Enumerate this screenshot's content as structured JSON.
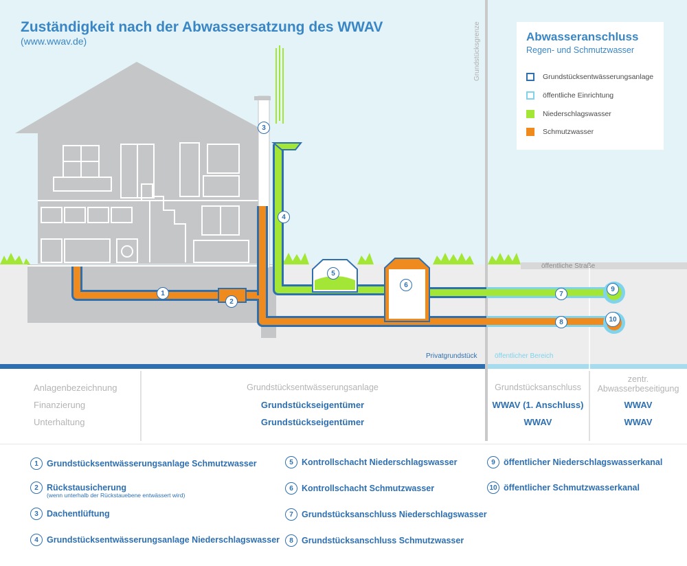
{
  "header": {
    "title": "Zuständigkeit nach der Abwassersatzung des WWAV",
    "subtitle": "(www.wwav.de)"
  },
  "legend": {
    "title": "Abwasseranschluss",
    "subtitle": "Regen- und Schmutzwasser",
    "items": [
      {
        "label": "Grundstücksentwässerungsanlage",
        "color": "#2e6fb0",
        "style": "outline"
      },
      {
        "label": "öffentliche Einrichtung",
        "color": "#7fd3ec",
        "style": "outline"
      },
      {
        "label": "Niederschlagswasser",
        "color": "#a3e635",
        "style": "fill"
      },
      {
        "label": "Schmutzwasser",
        "color": "#ef8a1f",
        "style": "fill"
      }
    ]
  },
  "labels": {
    "boundary": "Grundstücksgrenze",
    "street": "öffentliche Straße",
    "private": "Privatgrundstück",
    "public": "öffentlicher Bereich"
  },
  "markers": [
    "1",
    "2",
    "3",
    "4",
    "5",
    "6",
    "7",
    "8",
    "9",
    "10"
  ],
  "table": {
    "rows": [
      "Anlagenbezeichnung",
      "Finanzierung",
      "Unterhaltung"
    ],
    "headers": [
      "Grundstücksentwässerungsanlage",
      "Grundstücksanschluss",
      "zentr.",
      "Abwasserbeseitigung"
    ],
    "col1": [
      "Grundstückseigentümer",
      "Grundstückseigentümer"
    ],
    "col2": [
      "WWAV (1. Anschluss)",
      "WWAV"
    ],
    "col3": [
      "WWAV",
      "WWAV"
    ]
  },
  "key": [
    {
      "n": "1",
      "label": "Grundstücksentwässerungsanlage Schmutzwasser"
    },
    {
      "n": "2",
      "label": "Rückstausicherung",
      "sub": "(wenn unterhalb der Rückstauebene entwässert wird)"
    },
    {
      "n": "3",
      "label": "Dachentlüftung"
    },
    {
      "n": "4",
      "label": "Grundstücksentwässerungsanlage Niederschlagswasser"
    },
    {
      "n": "5",
      "label": "Kontrollschacht Niederschlagswasser"
    },
    {
      "n": "6",
      "label": "Kontrollschacht Schmutzwasser"
    },
    {
      "n": "7",
      "label": "Grundstücksanschluss Niederschlagswasser"
    },
    {
      "n": "8",
      "label": "Grundstücksanschluss Schmutzwasser"
    },
    {
      "n": "9",
      "label": "öffentlicher Niederschlagswasserkanal"
    },
    {
      "n": "10",
      "label": "öffentlicher Schmutzwasserkanal"
    }
  ],
  "colors": {
    "sky": "#e3f3f8",
    "ground": "#ededed",
    "house": "#c4c6c7",
    "brand": "#2e6fb0",
    "rain": "#a3e635",
    "waste": "#ef8a1f",
    "public": "#7fd3ec"
  }
}
